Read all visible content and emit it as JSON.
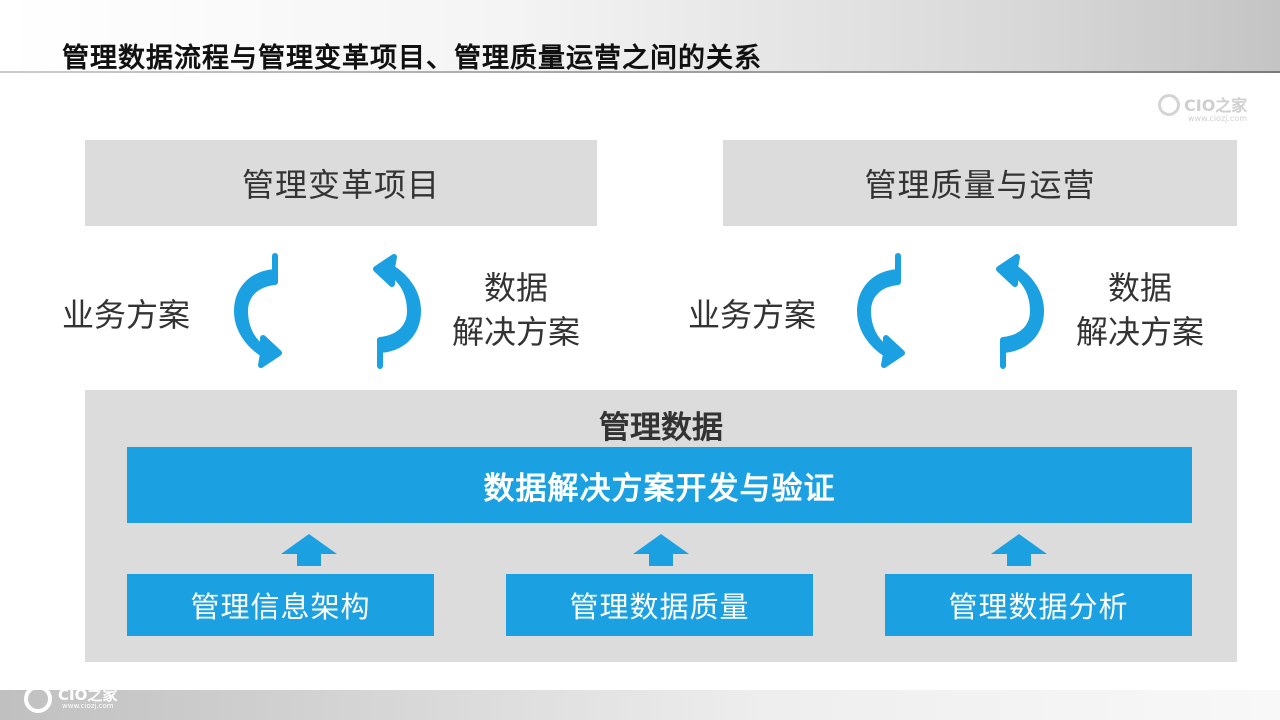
{
  "header": {
    "title": "管理数据流程与管理变革项目、管理质量运营之间的关系"
  },
  "logo": {
    "brand": "CIO之家",
    "url": "www.ciozj.com"
  },
  "top_boxes": [
    {
      "label": "管理变革项目"
    },
    {
      "label": "管理质量与运营"
    }
  ],
  "cycles": [
    {
      "left_label": "业务方案",
      "right_label_line1": "数据",
      "right_label_line2": "解决方案"
    },
    {
      "left_label": "业务方案",
      "right_label_line1": "数据",
      "right_label_line2": "解决方案"
    }
  ],
  "panel": {
    "title": "管理数据",
    "bar_label": "数据解决方案开发与验证",
    "boxes": [
      {
        "label": "管理信息架构"
      },
      {
        "label": "管理数据质量"
      },
      {
        "label": "管理数据分析"
      }
    ]
  },
  "colors": {
    "accent_blue": "#1ba1e2",
    "panel_gray": "#dcdcdc"
  }
}
